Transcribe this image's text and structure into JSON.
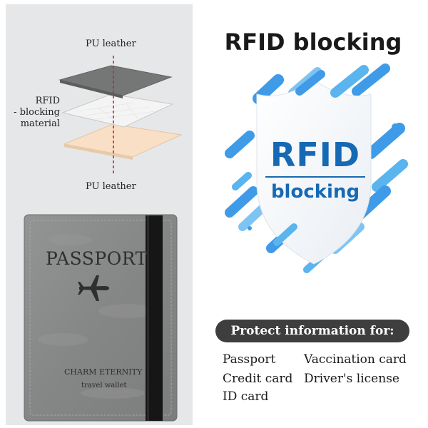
{
  "diagram": {
    "top_layer_label": "PU leather",
    "middle_layer_label": "RFID\n- blocking\nmaterial",
    "bottom_layer_label": "PU leather"
  },
  "passport": {
    "title": "PASSPORT",
    "brand": "CHARM ETERNITY",
    "subtitle": "travel wallet"
  },
  "header": {
    "title": "RFID blocking"
  },
  "shield": {
    "line1": "RFID",
    "line2": "blocking"
  },
  "protect": {
    "heading": "Protect information for:",
    "items": [
      "Passport",
      "Vaccination card",
      "Credit card",
      "Driver's license",
      "ID card"
    ]
  },
  "colors": {
    "accent_blue": "#1669b3",
    "light_blue": "#5ab4ee",
    "pill_bg": "#3e3e3e",
    "passport_cover": "#8a8b8b"
  }
}
